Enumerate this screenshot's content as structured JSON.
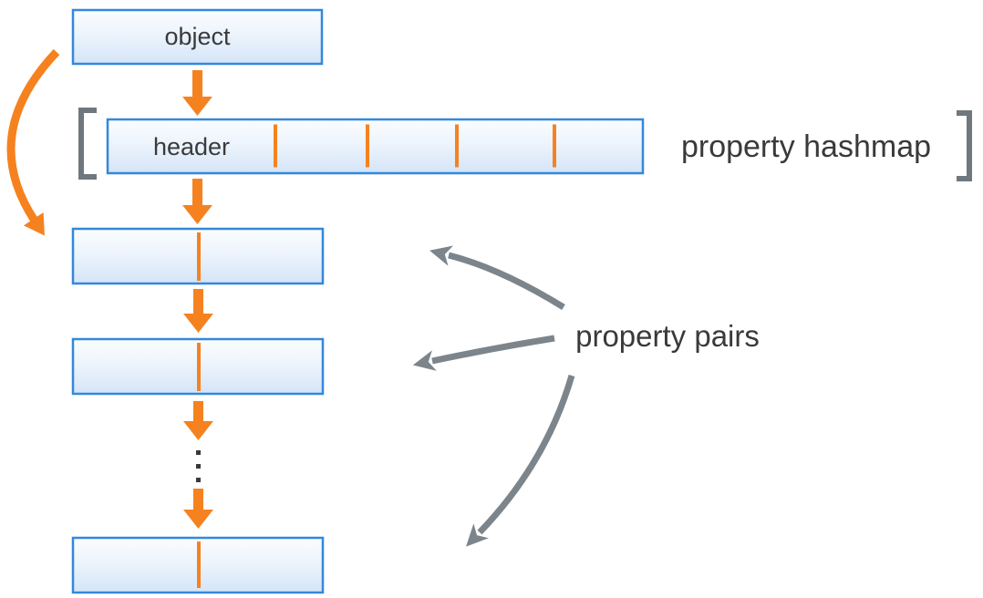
{
  "diagram": {
    "object_box": {
      "label": "object"
    },
    "hashmap": {
      "header_label": "header",
      "caption": "property hashmap",
      "slot_count": 5,
      "slot_divider_count": 4
    },
    "property_pairs": {
      "caption": "property pairs",
      "box_count": 3,
      "annotation_arrow_count": 3
    },
    "icons": {
      "ellipsis": "vertical-ellipsis",
      "brackets": "square-brackets"
    },
    "colors": {
      "accent_orange": "#F5821F",
      "box_border_blue": "#3388DC",
      "box_fill_top": "#FBFDFF",
      "box_fill_bottom": "#D4E5F8",
      "arrow_gray": "#7C858B",
      "bracket_gray": "#6F787E",
      "text_color": "#3A3A3C"
    }
  }
}
